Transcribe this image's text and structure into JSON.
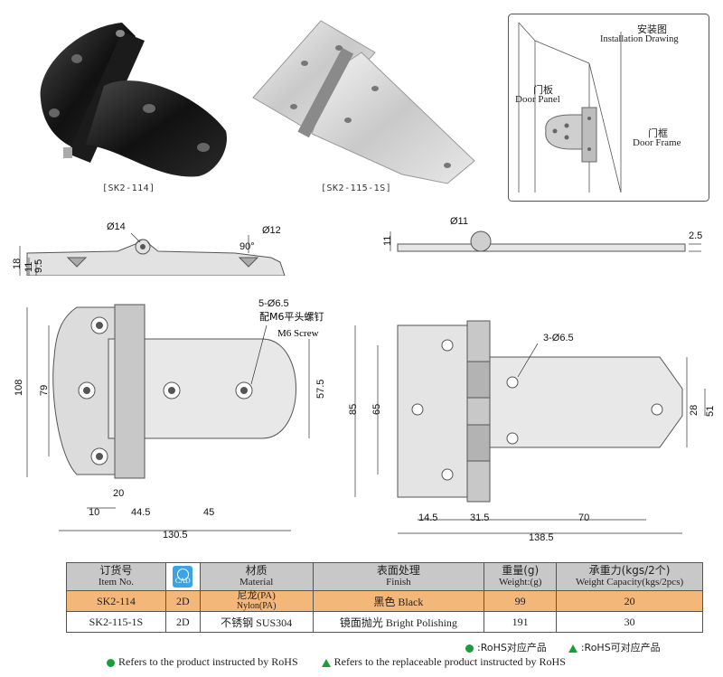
{
  "products": {
    "black_caption": "[SK2-114]",
    "steel_caption": "[SK2-115-1S]"
  },
  "install": {
    "title_cn": "安装图",
    "title_en": "Installation Drawing",
    "door_panel_cn": "门板",
    "door_panel_en": "Door Panel",
    "door_frame_cn": "门框",
    "door_frame_en": "Door Frame"
  },
  "side_left": {
    "d14": "Ø14",
    "d12": "Ø12",
    "angle": "90°",
    "h18": "18",
    "h11": "11",
    "h95": "9.5"
  },
  "side_right": {
    "d11": "Ø11",
    "h11": "11",
    "t25": "2.5"
  },
  "front_left": {
    "holes": "5-Ø6.5",
    "screw_cn": "配M6平头螺钉",
    "screw_en": "M6 Screw",
    "h108": "108",
    "h79": "79",
    "h575": "57.5",
    "w20": "20",
    "w10": "10",
    "w445": "44.5",
    "w45": "45",
    "w1305": "130.5"
  },
  "front_right": {
    "holes": "3-Ø6.5",
    "h85": "85",
    "h65": "65",
    "h28": "28",
    "h51": "51",
    "w145": "14.5",
    "w315": "31.5",
    "w70": "70",
    "w1385": "138.5"
  },
  "table": {
    "headers": [
      {
        "cn": "订货号",
        "en": "Item No."
      },
      {
        "cn": "CAD",
        "en": ""
      },
      {
        "cn": "材质",
        "en": "Material"
      },
      {
        "cn": "表面处理",
        "en": "Finish"
      },
      {
        "cn": "重量(g)",
        "en": "Weight:(g)"
      },
      {
        "cn": "承重力(kgs/2个)",
        "en": "Weight Capacity(kgs/2pcs)"
      }
    ],
    "rows": [
      {
        "item": "SK2-114",
        "cad": "2D",
        "material_cn": "尼龙(PA)",
        "material_en": "Nylon(PA)",
        "finish": "黑色 Black",
        "weight": "99",
        "capacity": "20"
      },
      {
        "item": "SK2-115-1S",
        "cad": "2D",
        "material_cn": "不锈钢 SUS304",
        "material_en": "",
        "finish": "镜面抛光 Bright Polishing",
        "weight": "191",
        "capacity": "30"
      }
    ]
  },
  "legend": {
    "cn1": ":RoHS对应产品",
    "cn2": ":RoHS可对应产品",
    "en1": "Refers to the product instructed by RoHS",
    "en2": "Refers to the replaceable product instructed by RoHS",
    "color": "#1a9e3c"
  }
}
